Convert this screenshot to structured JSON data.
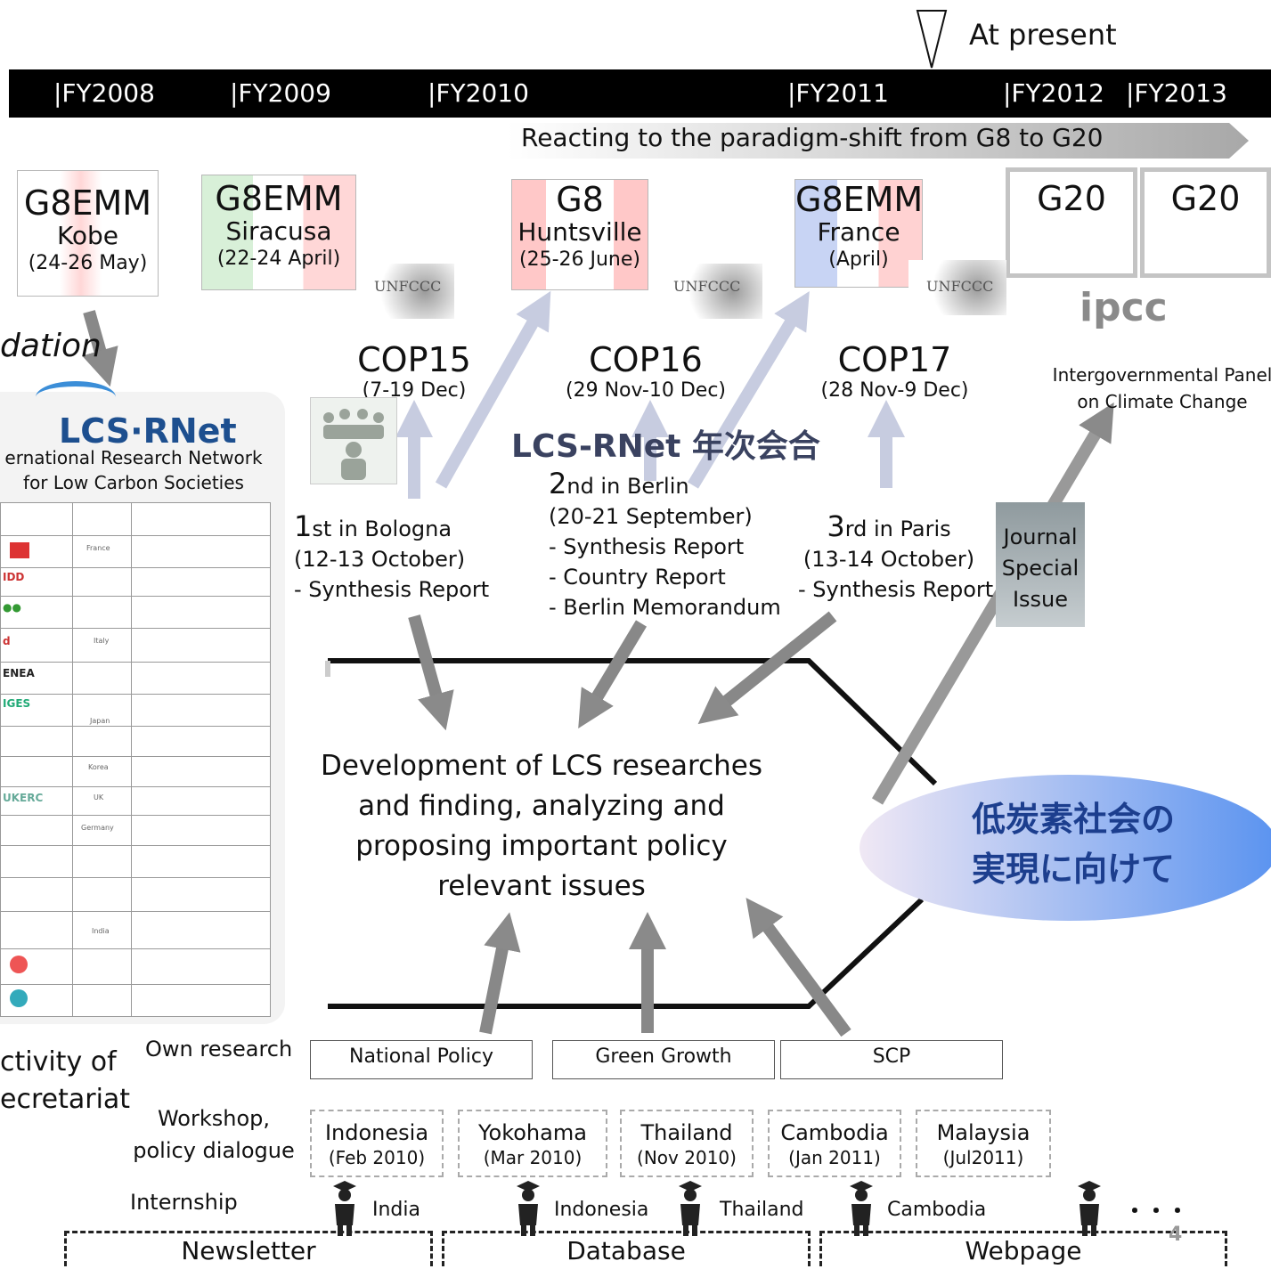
{
  "at_present": "At present",
  "fiscal_years": [
    "|FY2008",
    "|FY2009",
    "|FY2010",
    "|FY2011",
    "|FY2012",
    "|FY2013"
  ],
  "paradigm_text": "Reacting to the paradigm-shift from G8 to G20",
  "meetings": [
    {
      "name": "G8EMM",
      "place": "Kobe",
      "date": "(24-26 May)"
    },
    {
      "name": "G8EMM",
      "place": "Siracusa",
      "date": "(22-24 April)"
    },
    {
      "name": "G8",
      "place": "Huntsville",
      "date": "(25-26 June)"
    },
    {
      "name": "G8EMM",
      "place": "France",
      "date": "(April)"
    }
  ],
  "g20": [
    "G20",
    "G20"
  ],
  "unfccc_label": "UNFCCC",
  "cops": [
    {
      "name": "COP15",
      "date": "(7-19 Dec)"
    },
    {
      "name": "COP16",
      "date": "(29 Nov-10 Dec)"
    },
    {
      "name": "COP17",
      "date": "(28 Nov-9 Dec)"
    }
  ],
  "ipcc": {
    "logo": "ipcc",
    "line1": "Intergovernmental Panel",
    "line2": "on Climate Change"
  },
  "left_partial": "dation",
  "lcs": {
    "logo": "LCS·RNet",
    "line1": "ernational Research Network",
    "line2": "for Low Carbon Societies",
    "countries": [
      "France",
      "Italy",
      "Japan",
      "Korea",
      "UK",
      "Germany",
      "India"
    ]
  },
  "annual_meeting_title": "LCS-RNet 年次会合",
  "annual_meetings": [
    {
      "ordinal": "1",
      "suffix": "st in Bologna",
      "date": "(12-13 October)",
      "items": [
        "- Synthesis Report"
      ]
    },
    {
      "ordinal": "2",
      "suffix": "nd in Berlin",
      "date": "(20-21 September)",
      "items": [
        "- Synthesis Report",
        "- Country Report",
        "- Berlin Memorandum"
      ]
    },
    {
      "ordinal": "3",
      "suffix": "rd in Paris",
      "date": "(13-14 October)",
      "items": [
        "- Synthesis Report"
      ]
    }
  ],
  "journal": [
    "Journal",
    "Special",
    "Issue"
  ],
  "center_text": [
    "Development of LCS researches",
    "and finding, analyzing and",
    "proposing important policy",
    "relevant issues"
  ],
  "goal_text": [
    "低炭素社会の",
    "実現に向けて"
  ],
  "activity": [
    "ctivity of",
    "ecretariat"
  ],
  "row_labels": {
    "own": "Own research",
    "ws1": "Workshop,",
    "ws2": "policy dialogue",
    "intern": "Internship"
  },
  "research": [
    "National Policy",
    "Green Growth",
    "SCP"
  ],
  "workshops": [
    {
      "place": "Indonesia",
      "date": "(Feb 2010)"
    },
    {
      "place": "Yokohama",
      "date": "(Mar 2010)"
    },
    {
      "place": "Thailand",
      "date": "(Nov 2010)"
    },
    {
      "place": "Cambodia",
      "date": "(Jan 2011)"
    },
    {
      "place": "Malaysia",
      "date": "(Jul2011)"
    }
  ],
  "internships": [
    "India",
    "Indonesia",
    "Thailand",
    "Cambodia",
    "・・・"
  ],
  "bottom_boxes": [
    "Newsletter",
    "Database",
    "Webpage"
  ],
  "page_number": "4"
}
